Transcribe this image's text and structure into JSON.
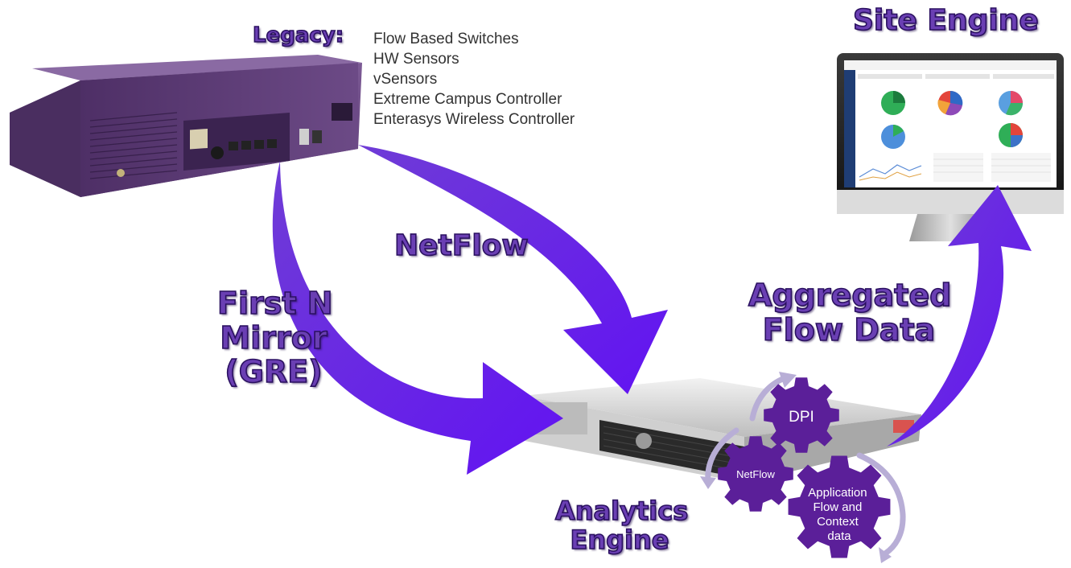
{
  "legacy": {
    "heading": "Legacy:",
    "items": [
      "Flow Based Switches",
      "HW Sensors",
      "vSensors",
      "Extreme Campus Controller",
      "Enterasys Wireless Controller"
    ]
  },
  "site_engine": {
    "title": "Site Engine"
  },
  "flows": {
    "netflow": "NetFlow",
    "first_n": [
      "First N",
      "Mirror",
      "(GRE)"
    ],
    "aggregated": [
      "Aggregated",
      "Flow Data"
    ]
  },
  "analytics_engine": {
    "title": [
      "Analytics",
      "Engine"
    ]
  },
  "gears": {
    "dpi": "DPI",
    "netflow": "NetFlow",
    "application": [
      "Application",
      "Flow and",
      "Context",
      "data"
    ]
  },
  "colors": {
    "accent_purple": "#6a3fb3",
    "arrow_purple": "#6b2fe0",
    "gear_purple": "#5b1f99",
    "device_purple": "#5a3a72",
    "cycle_arrow": "#b8aed6"
  },
  "icons": [
    "legacy-switch-device",
    "site-engine-monitor",
    "analytics-engine-server",
    "gear-icon",
    "curved-arrow"
  ]
}
